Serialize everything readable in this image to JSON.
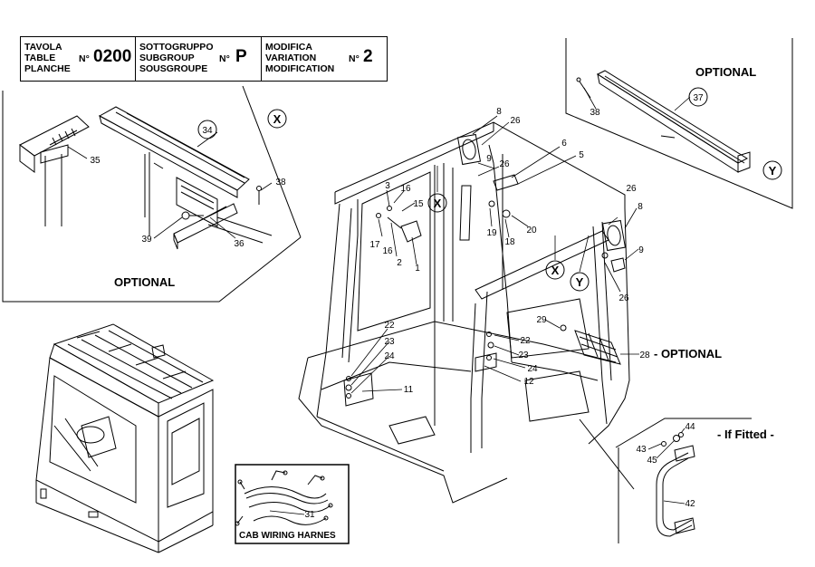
{
  "header": {
    "table": {
      "lines": [
        "TAVOLA",
        "TABLE",
        "PLANCHE"
      ],
      "no_label": "N°",
      "value": "0200"
    },
    "subgroup": {
      "lines": [
        "SOTTOGRUPPO",
        "SUBGROUP",
        "SOUSGROUPE"
      ],
      "no_label": "N°",
      "value": "P"
    },
    "modification": {
      "lines": [
        "MODIFICA",
        "VARIATION",
        "MODIFICATION"
      ],
      "no_label": "N°",
      "value": "2"
    }
  },
  "labels": {
    "optional": "OPTIONAL",
    "optional_28": "- OPTIONAL",
    "if_fitted": "- If Fitted -",
    "cab_wiring": "CAB WIRING HARNES"
  },
  "views": {
    "x": "X",
    "y": "Y"
  },
  "callouts": {
    "c1": "1",
    "c2": "2",
    "c3": "3",
    "c5": "5",
    "c6": "6",
    "c8a": "8",
    "c8b": "8",
    "c9a": "9",
    "c9b": "9",
    "c11": "11",
    "c12": "12",
    "c15": "15",
    "c16a": "16",
    "c16b": "16",
    "c17": "17",
    "c18": "18",
    "c19": "19",
    "c20": "20",
    "c22a": "22",
    "c22b": "22",
    "c23a": "23",
    "c23b": "23",
    "c24a": "24",
    "c24b": "24",
    "c26a": "26",
    "c26b": "26",
    "c26c": "26",
    "c26d": "26",
    "c28": "28",
    "c29": "29",
    "c31": "31",
    "c34": "34",
    "c35": "35",
    "c36": "36",
    "c37": "37",
    "c38a": "38",
    "c38b": "38",
    "c39": "39",
    "c42": "42",
    "c43": "43",
    "c44": "44",
    "c45": "45"
  },
  "colors": {
    "line": "#000000",
    "background": "#ffffff"
  }
}
